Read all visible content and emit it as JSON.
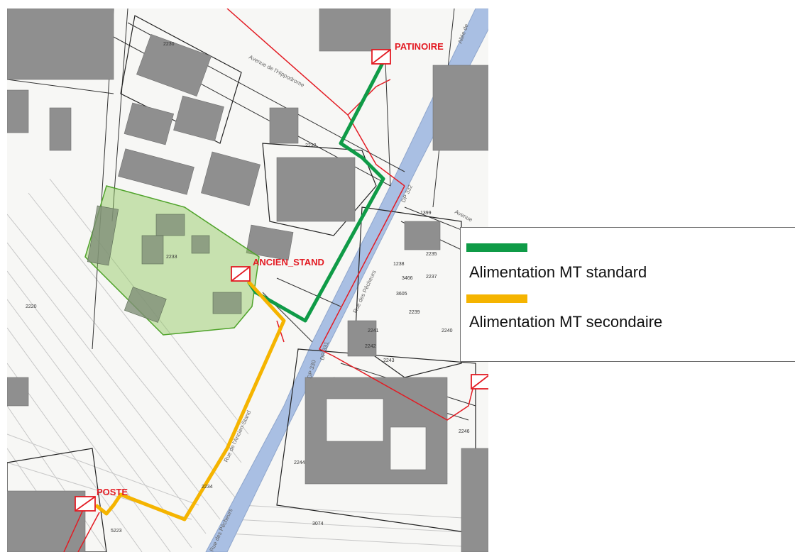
{
  "map": {
    "substations": [
      {
        "id": "patinoire",
        "label": "PATINOIRE"
      },
      {
        "id": "ancien_stand",
        "label": "ANCIEN_STAND"
      },
      {
        "id": "poste",
        "label": "POSTE"
      }
    ],
    "parcels": [
      "2230",
      "2232",
      "2233",
      "2220",
      "2239",
      "2235",
      "2237",
      "2240",
      "2241",
      "2242",
      "2243",
      "2244",
      "2246",
      "5223",
      "3074",
      "3605",
      "1238",
      "3466",
      "1399",
      "2234"
    ],
    "streets": [
      "Avenue de l'Hippodrome",
      "Allée de",
      "Avenue",
      "Rue des Pêcheurs",
      "Rue de l'Ancien-Stand",
      "Rue des Pêcheurs",
      "DP 332",
      "DP 330",
      "DP 331"
    ],
    "colors": {
      "standard_line": "#0f9b47",
      "secondary_line": "#f5b400",
      "parcel_highlight": "#8cc65a",
      "substation": "#e31b23",
      "river": "#a9bfe3",
      "building": "#8f8f8f"
    }
  },
  "legend": {
    "items": [
      {
        "label": "Alimentation MT standard",
        "color": "#0f9b47"
      },
      {
        "label": "Alimentation MT secondaire",
        "color": "#f5b400"
      }
    ]
  }
}
